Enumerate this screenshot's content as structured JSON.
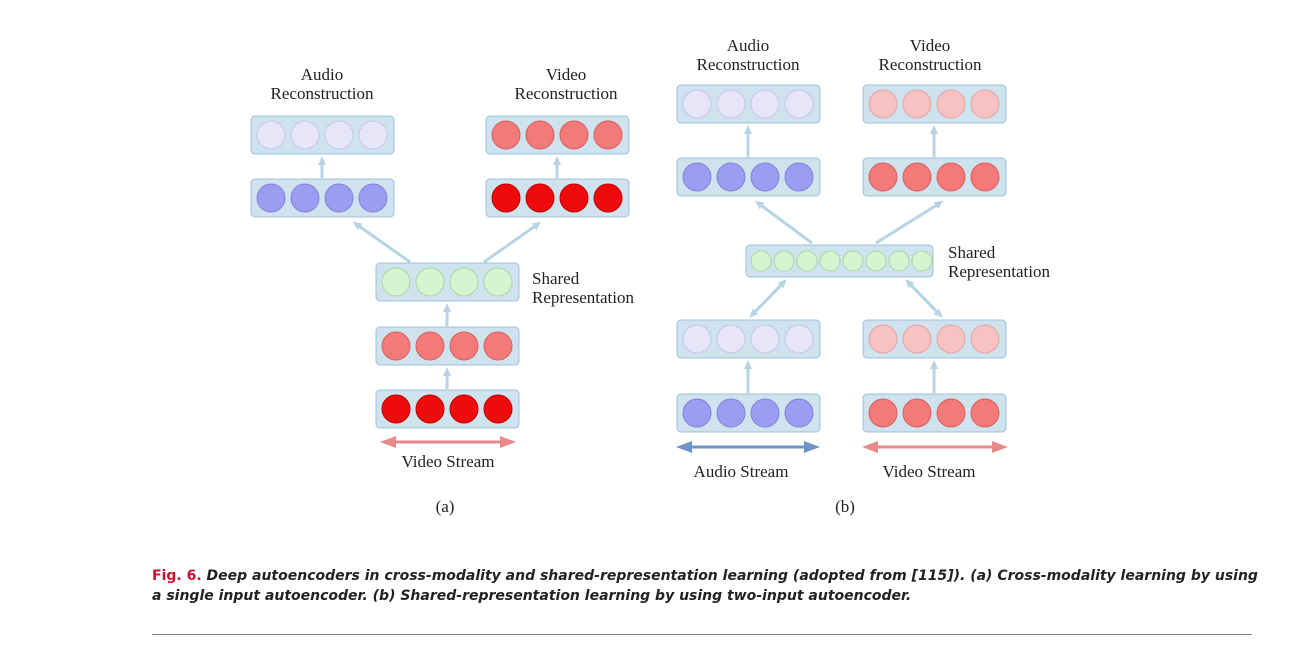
{
  "colors": {
    "box_fill": "#cfe3ef",
    "box_stroke": "#9cc1d9",
    "arrow": "#b7d3e6",
    "red_dark": "#ee0b0b",
    "red_mid": "#f47a7a",
    "red_light": "#f8c2c2",
    "blue_mid": "#9c9cf2",
    "blue_light": "#e6e6f8",
    "green_light": "#d4f5cf",
    "stream_red": "#e98a8a",
    "stream_blue": "#6f93c9"
  },
  "panel_a": {
    "audio_reconstruction_line1": "Audio",
    "audio_reconstruction_line2": "Reconstruction",
    "video_reconstruction_line1": "Video",
    "video_reconstruction_line2": "Reconstruction",
    "shared_line1": "Shared",
    "shared_line2": "Representation",
    "video_stream": "Video Stream",
    "panel_label": "(a)"
  },
  "panel_b": {
    "audio_reconstruction_line1": "Audio",
    "audio_reconstruction_line2": "Reconstruction",
    "video_reconstruction_line1": "Video",
    "video_reconstruction_line2": "Reconstruction",
    "shared_line1": "Shared",
    "shared_line2": "Representation",
    "audio_stream": "Audio Stream",
    "video_stream": "Video Stream",
    "panel_label": "(b)"
  },
  "caption": {
    "fig_number": "Fig. 6.",
    "text": " Deep autoencoders in cross-modality and shared-representation learning (adopted from [115]). (a) Cross-modality learning by using a single input autoencoder. (b) Shared-representation learning by using two-input autoencoder."
  }
}
